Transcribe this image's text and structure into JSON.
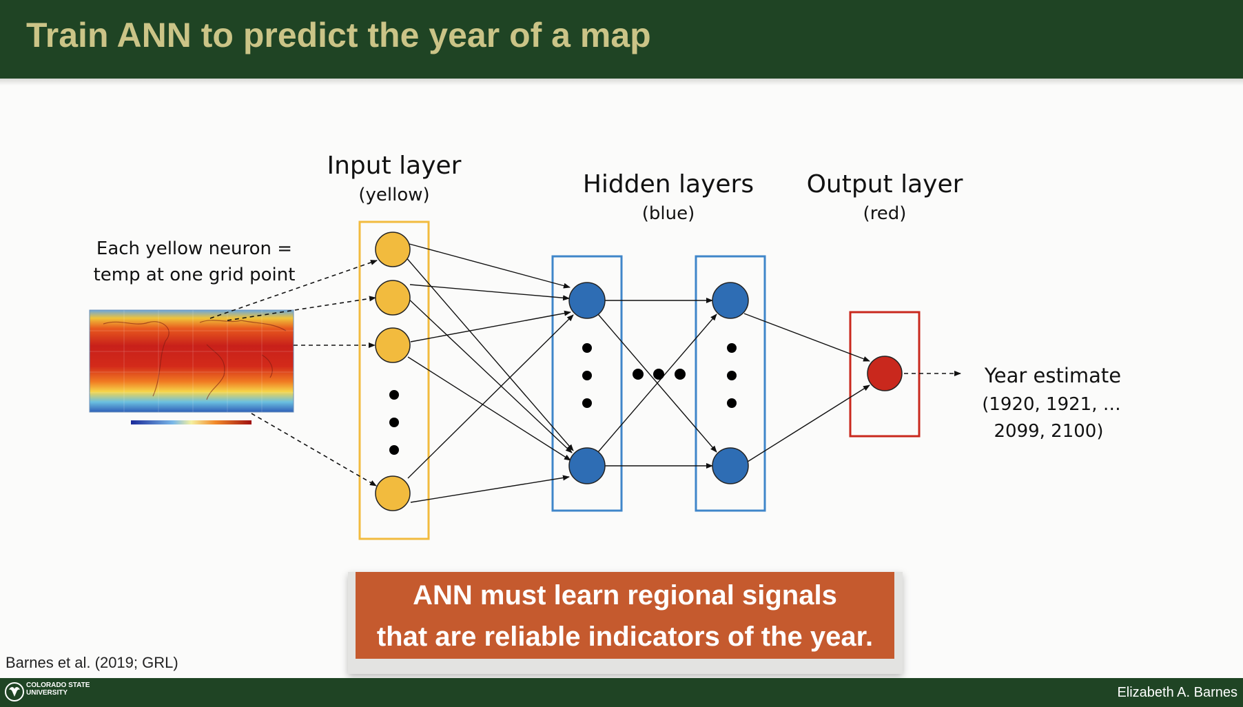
{
  "title": "Train ANN to predict the year of a map",
  "input_layer": {
    "heading": "Input layer",
    "sub": "(yellow)",
    "color": "#f2bb3e"
  },
  "hidden_layers": {
    "heading": "Hidden layers",
    "sub": "(blue)",
    "color": "#2e6db4"
  },
  "output_layer": {
    "heading": "Output layer",
    "sub": "(red)",
    "color": "#c9281d"
  },
  "neuron_note": {
    "line1": "Each yellow neuron  =",
    "line2": "temp at one grid point"
  },
  "output_label": {
    "line1": "Year estimate",
    "line2": "(1920, 1921, …",
    "line3": "2099, 2100)"
  },
  "callout": {
    "line1": "ANN must learn regional signals",
    "line2": "that are reliable indicators of the year."
  },
  "citation": "Barnes et al. (2019; GRL)",
  "footer": {
    "university": "COLORADO STATE UNIVERSITY",
    "author": "Elizabeth A. Barnes"
  },
  "colors": {
    "title_bar": "#1f4424",
    "title_text": "#cbc487",
    "callout_bg": "#c55a2e"
  }
}
